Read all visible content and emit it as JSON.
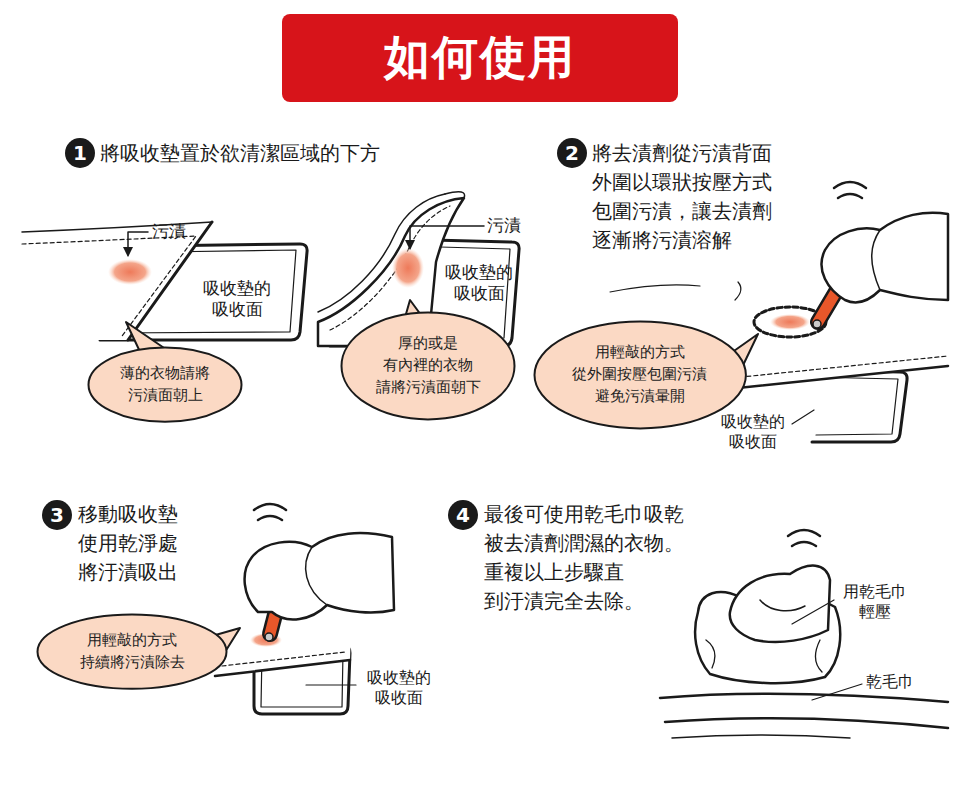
{
  "diagram": {
    "title": "如何使用",
    "nodes": [
      {
        "text": [
          "1"
        ]
      },
      {
        "text": [
          "薄的衣物請將 污漬面朝上"
        ]
      },
      {
        "text": [
          "厚的或是 有內裡的衣物 請將污漬面朝下"
        ]
      },
      {
        "text": [
          "2"
        ]
      },
      {
        "text": [
          "用輕敲的方式 從外圍按壓包圍污漬 避免污漬暈開"
        ]
      },
      {
        "text": [
          "3"
        ]
      },
      {
        "text": [
          "用輕敲的方式 持續將污漬除去"
        ]
      },
      {
        "text": [
          "4"
        ]
      }
    ],
    "labels": [
      "將吸收墊置於欲清潔區域的下方",
      "污漬",
      "吸收墊的 吸收面",
      "污漬",
      "吸收墊的 吸收面",
      "將去漬劑從污漬背面 外圍以環狀按壓方式 包圍污漬，讓去漬劑 逐漸將污漬溶解",
      "吸收墊的 吸收面",
      "移動吸收墊 使用乾淨處 將汙漬吸出",
      "吸收墊的 吸收面",
      "最後可使用乾毛巾吸乾 被去漬劑潤濕的衣物。 重複以上步驟直 到汙漬完全去除。",
      "用乾毛巾 輕壓",
      "乾毛巾"
    ]
  }
}
